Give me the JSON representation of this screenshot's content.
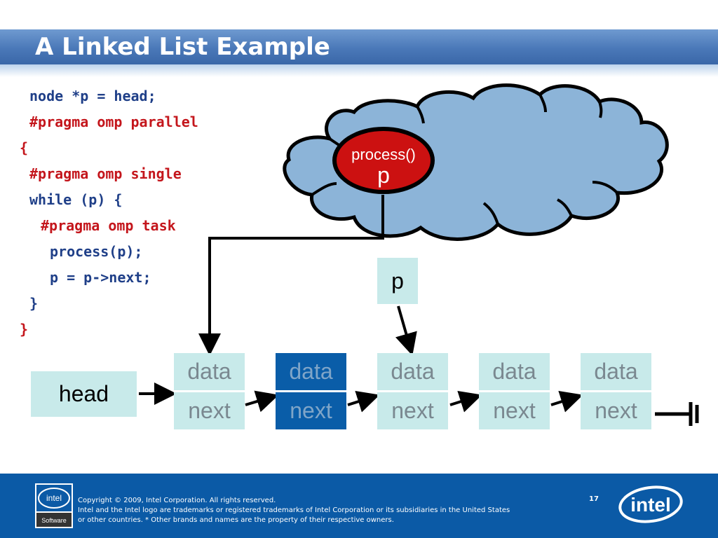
{
  "slide": {
    "title": "A Linked List Example",
    "page_number": "17"
  },
  "code": {
    "line1": "node *p = head;",
    "line2": "#pragma omp parallel",
    "line3": "{",
    "line4": "#pragma omp single",
    "line5": "while (p) {",
    "line6": "#pragma omp task",
    "line7": "process(p);",
    "line8": "p = p->next;",
    "line9": "}",
    "line10": "}"
  },
  "cloud": {
    "task_label": "process()",
    "task_var": "p"
  },
  "diagram": {
    "head_label": "head",
    "pointer_label": "p",
    "nodes": [
      {
        "data": "data",
        "next": "next"
      },
      {
        "data": "data",
        "next": "next"
      },
      {
        "data": "data",
        "next": "next"
      },
      {
        "data": "data",
        "next": "next"
      },
      {
        "data": "data",
        "next": "next"
      }
    ]
  },
  "footer": {
    "line1": "Copyright © 2009, Intel Corporation. All rights reserved.",
    "line2": "Intel and the Intel logo are trademarks or registered trademarks of Intel Corporation or its subsidiaries in the United States",
    "line3": "or other countries. * Other brands and names are the property of their respective owners.",
    "software_logo_text": "intel",
    "software_logo_sub": "Software",
    "intel_logo_text": "intel"
  },
  "colors": {
    "title_bar": "#4a78b8",
    "code_blue": "#1f3f88",
    "code_red": "#c4161c",
    "node_fill": "#c8eaea",
    "node_highlight": "#0a5da8",
    "cloud_fill": "#8cb4d8",
    "task_oval": "#cc1111",
    "footer": "#0b5aa6"
  }
}
